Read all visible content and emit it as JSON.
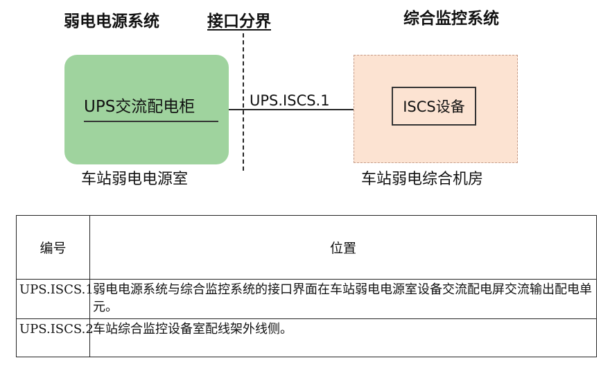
{
  "diagram": {
    "left_heading": "弱电电源系统",
    "mid_heading": "接口分界",
    "right_heading": "综合监控系统",
    "left_box_label": "UPS交流配电柜",
    "connector_label": "UPS.ISCS.1",
    "device_label": "ISCS设备",
    "left_room": "车站弱电电源室",
    "right_room": "车站弱电综合机房",
    "colors": {
      "left_box_fill": "#9fd39e",
      "right_box_fill": "#fce3d2",
      "right_box_border": "#c49a86"
    }
  },
  "table": {
    "headers": [
      "编号",
      "位置"
    ],
    "rows": [
      {
        "id": "UPS.ISCS.1",
        "location": "弱电电源系统与综合监控系统的接口界面在车站弱电电源室设备交流配电屏交流输出配电单元。"
      },
      {
        "id": "UPS.ISCS.2",
        "location": "车站综合监控设备室配线架外线侧。"
      }
    ]
  }
}
